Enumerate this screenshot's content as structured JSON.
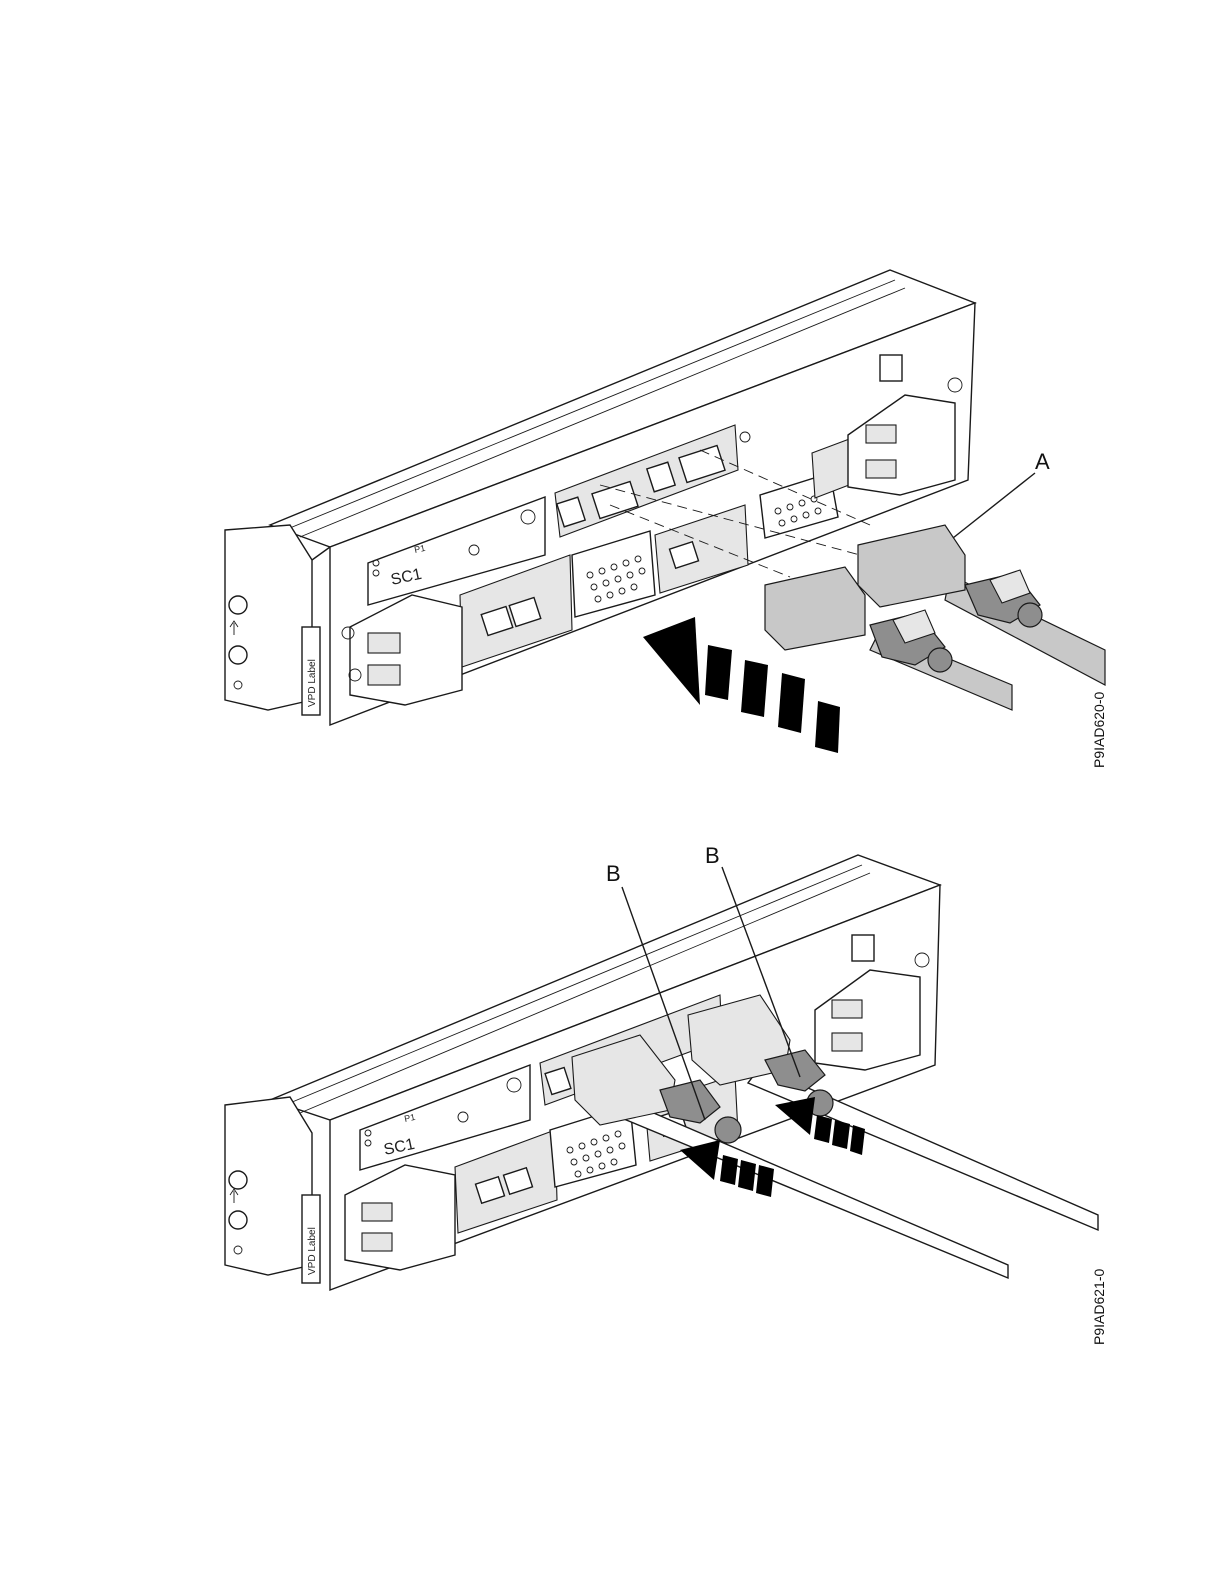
{
  "figures": [
    {
      "id_text": "P9IAD620-0",
      "callouts": [
        "A"
      ],
      "labels": {
        "sc": "SC1",
        "vpd": "VPD Label",
        "p1": "P1"
      }
    },
    {
      "id_text": "P9IAD621-0",
      "callouts": [
        "B",
        "B"
      ],
      "labels": {
        "sc": "SC1",
        "vpd": "VPD Label",
        "p1": "P1"
      }
    }
  ],
  "colors": {
    "connector": "#c8c8c8",
    "clip": "#8e8e8e",
    "arrow": "#000000"
  }
}
